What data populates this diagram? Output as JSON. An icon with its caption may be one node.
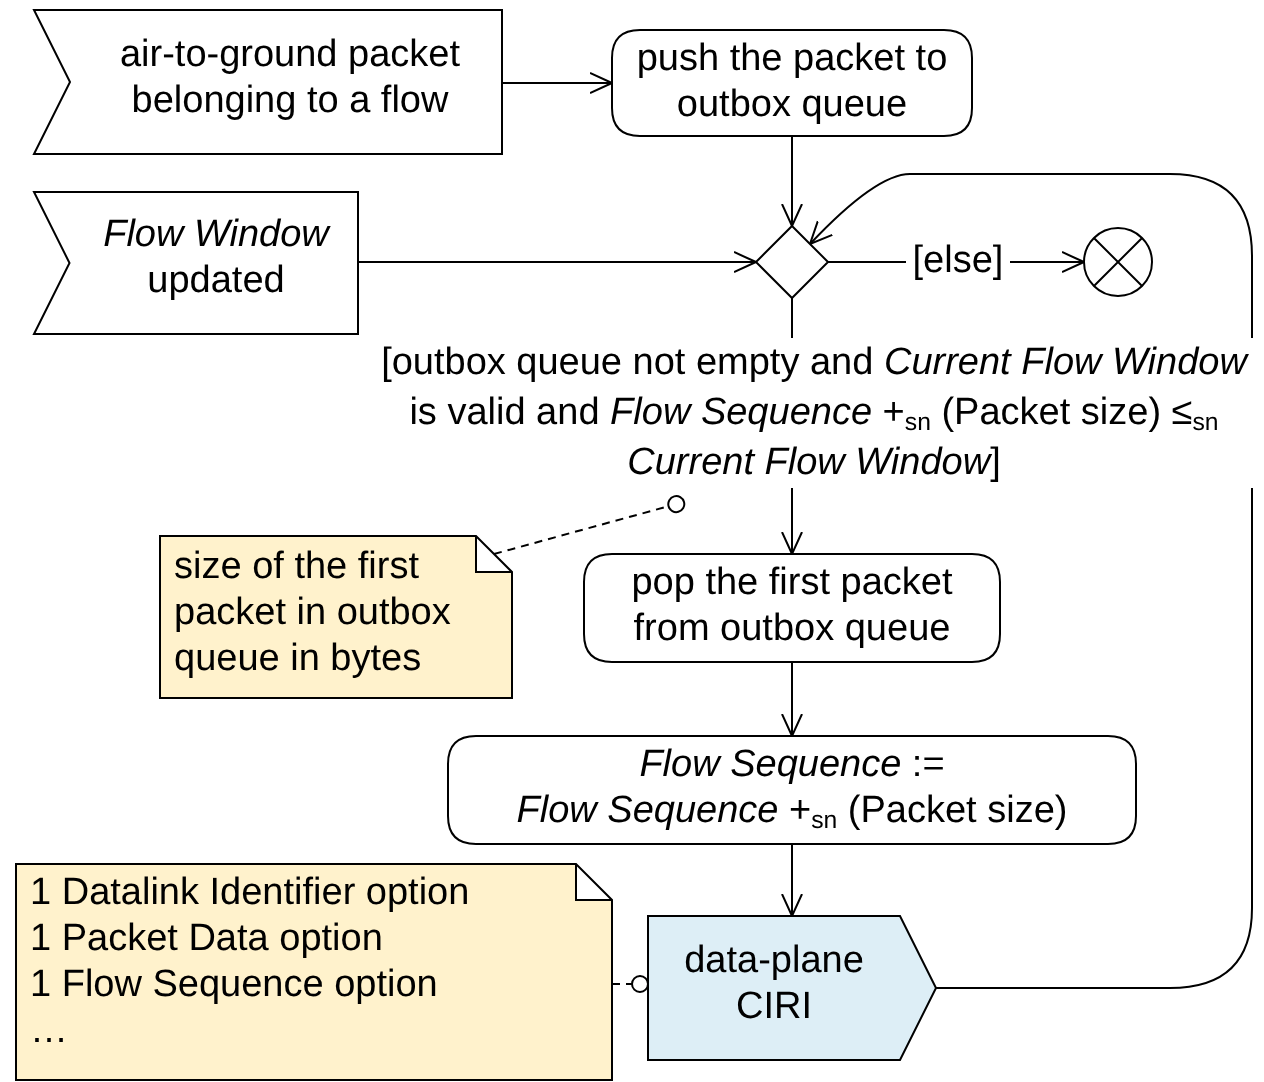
{
  "diagram": {
    "nodes": [
      {
        "text": [
          "air-to-ground packet belonging to a flow"
        ]
      },
      {
        "text": [
          "push the packet to outbox queue"
        ]
      },
      {
        "text": [
          "*Flow Window* updated"
        ]
      },
      {
        "text": [],
        "shape": "diamond"
      },
      {
        "text": [],
        "shape": "circle"
      },
      {
        "text": [
          "pop the first packet from outbox queue"
        ]
      },
      {
        "text": [
          "size of the first packet in outbox queue in bytes"
        ]
      },
      {
        "text": [
          "*Flow Sequence* :=",
          "*Flow Sequence* +$_{sn}$ (Packet size)"
        ]
      },
      {
        "text": [
          "1 Datalink Identifier option",
          "1 Packet Data option",
          "1 Flow Sequence option",
          "…"
        ]
      },
      {
        "text": [
          "data-plane CIRI"
        ]
      }
    ],
    "edges": [
      {
        "from": 0,
        "to": 1,
        "arrow": "to"
      },
      {
        "from": 1,
        "to": 3,
        "arrow": "to"
      },
      {
        "from": 2,
        "to": 3,
        "arrow": "to"
      },
      {
        "from": 3,
        "to": 4,
        "arrow": "to",
        "label": "[else]"
      },
      {
        "from": 3,
        "to": 5,
        "arrow": "to",
        "label": "[outbox queue not empty and *Current Flow Window* is valid and *Flow Sequence* +$_{sn}$ (Packet size) ≤$_{sn}$ *Current Flow Window*]"
      },
      {
        "from": 5,
        "to": 7,
        "arrow": "to"
      },
      {
        "from": 7,
        "to": 9,
        "arrow": "to"
      },
      {
        "from": 9,
        "to": 3,
        "arrow": "to"
      },
      {
        "from": 6,
        "to": null,
        "arrow": "other",
        "style": "dashed"
      },
      {
        "from": 8,
        "to": 9,
        "arrow": "other",
        "style": "dashed"
      }
    ]
  }
}
